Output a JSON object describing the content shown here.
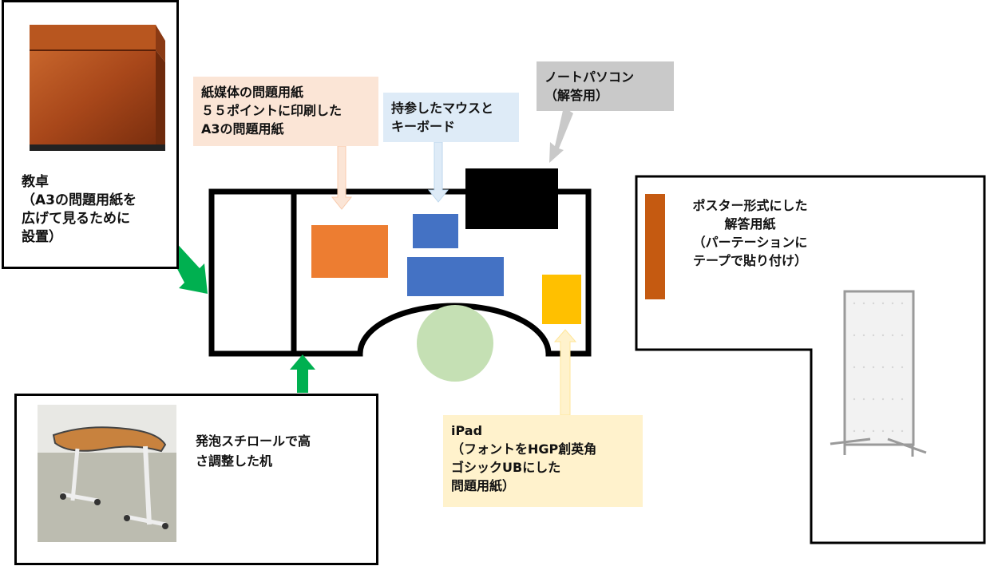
{
  "labels": {
    "podium": "教卓\n（A3の問題用紙を\n広げて見るために\n設置）",
    "desk": "発泡スチロールで高\nさ調整した机",
    "paper": "紙媒体の問題用紙\n５５ポイントに印刷した\nA3の問題用紙",
    "mouse": "持参したマウスと\nキーボード",
    "laptop": "ノートパソコン\n（解答用）",
    "ipad": "iPad\n（フォントをHGP創英角\nゴシックUBにした\n問題用紙）",
    "poster": "ポスター形式にした\n解答用紙\n（パーテーションに\nテープで貼り付け）"
  },
  "colors": {
    "paper_block": "#ED7D31",
    "paper_callout": "#FBE5D6",
    "mouse_keyboard": "#4472C4",
    "mouse_callout": "#DEEBF7",
    "laptop": "#000000",
    "laptop_callout": "#C9C9C9",
    "ipad": "#FFC000",
    "ipad_callout": "#FFF2CC",
    "chair": "#C5E0B4",
    "green_arrow": "#00B050",
    "poster": "#C55A11"
  }
}
